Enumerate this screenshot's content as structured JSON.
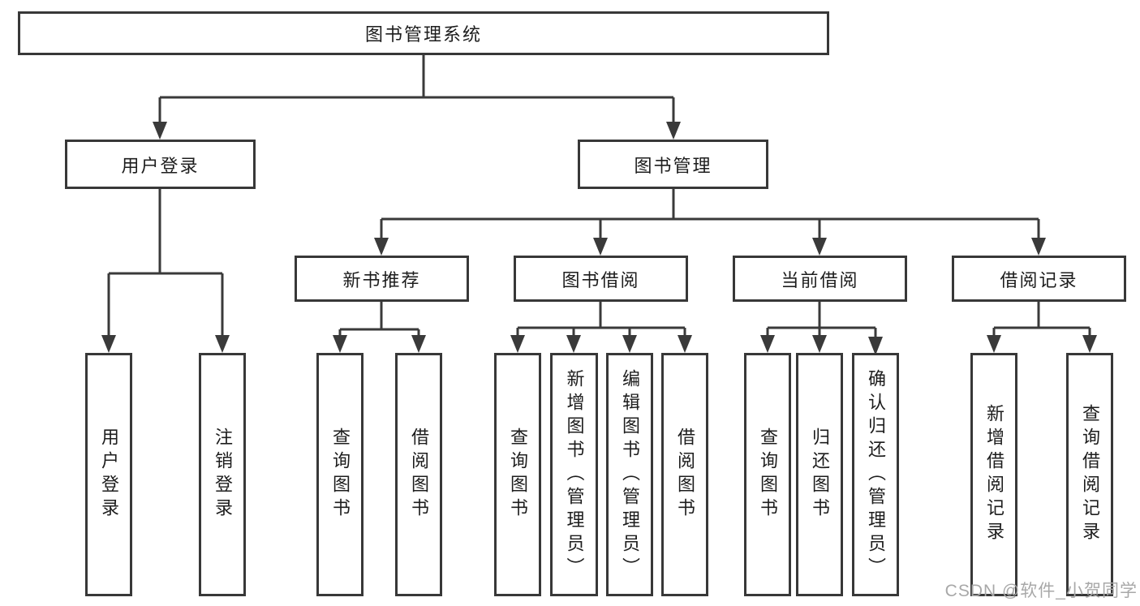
{
  "colors": {
    "line": "#3a3a3a",
    "box_border": "#383838",
    "text": "#1d1d1d",
    "watermark": "#a8a8a8",
    "background": "#ffffff"
  },
  "watermark": {
    "text": "CSDN @软件_小贺同学"
  },
  "tree": {
    "root": "图书管理系统",
    "branches": [
      {
        "label": "用户登录",
        "leaves": [
          "用户登录",
          "注销登录"
        ]
      },
      {
        "label": "图书管理",
        "groups": [
          {
            "label": "新书推荐",
            "leaves": [
              "查询图书",
              "借阅图书"
            ]
          },
          {
            "label": "图书借阅",
            "leaves": [
              "查询图书",
              "新增图书（管理员）",
              "编辑图书（管理员）",
              "借阅图书"
            ]
          },
          {
            "label": "当前借阅",
            "leaves": [
              "查询图书",
              "归还图书",
              "确认归还（管理员）"
            ]
          },
          {
            "label": "借阅记录",
            "leaves": [
              "新增借阅记录",
              "查询借阅记录"
            ]
          }
        ]
      }
    ]
  }
}
